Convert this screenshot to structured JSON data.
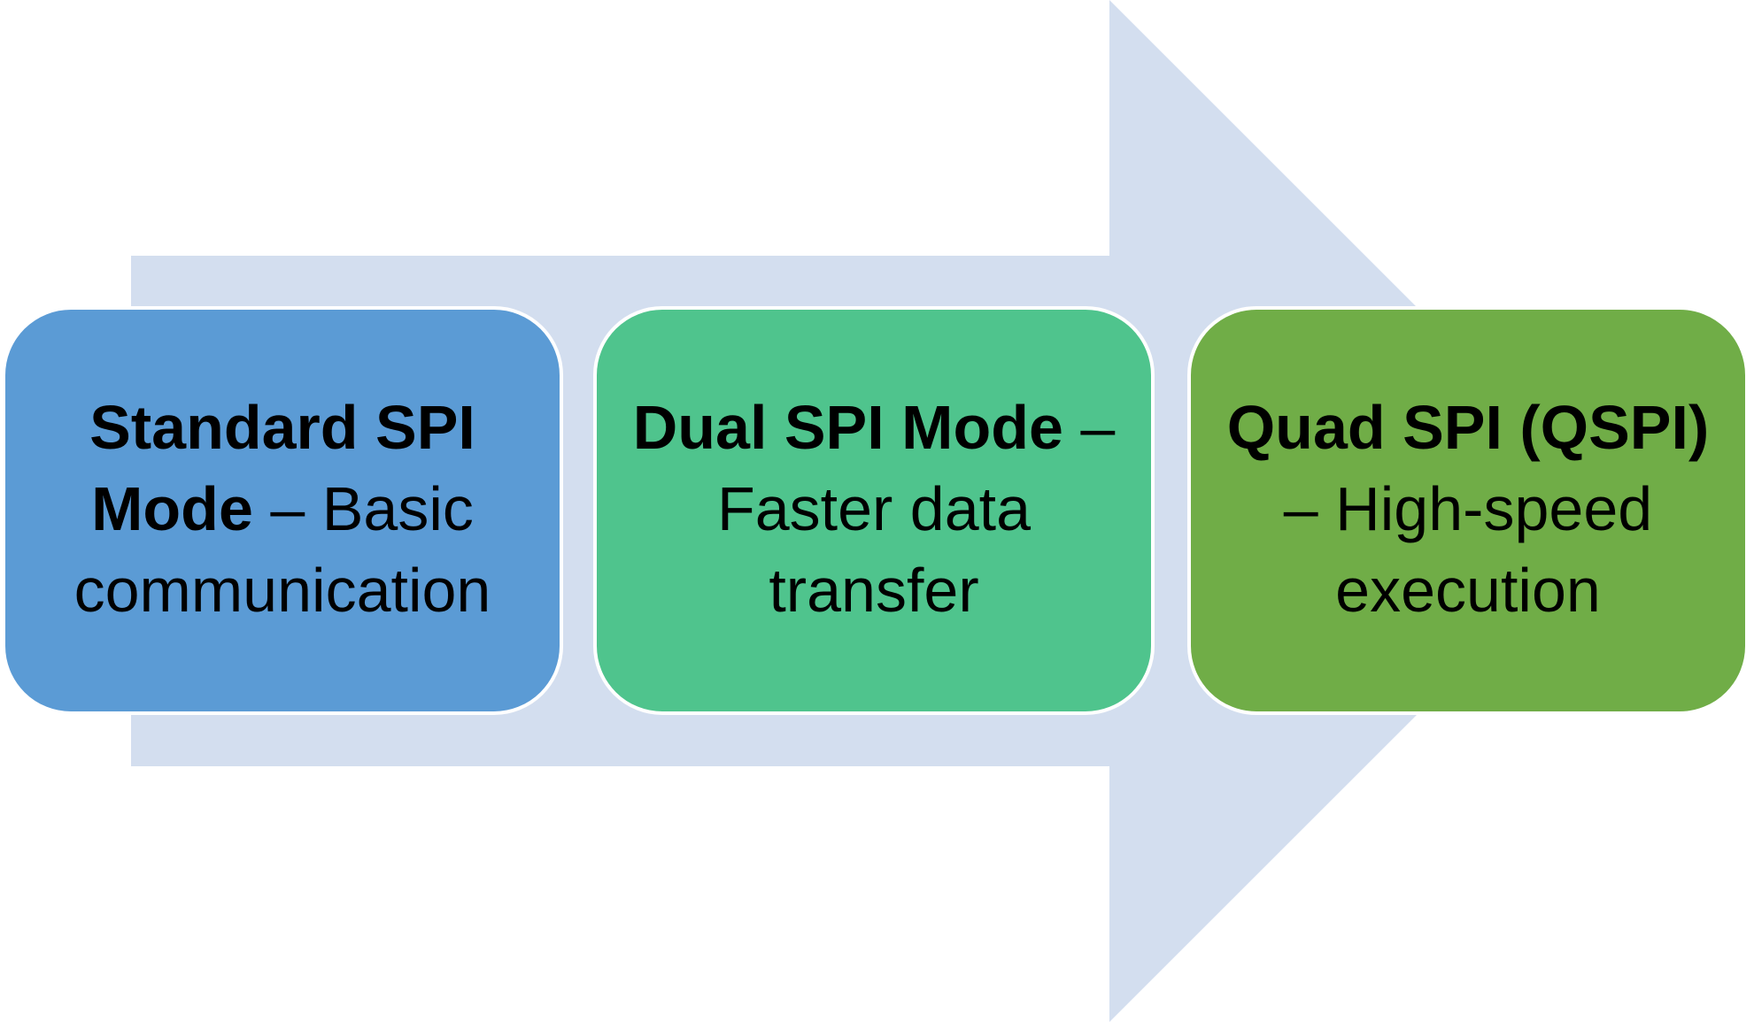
{
  "colors": {
    "arrow": "#d3deef",
    "step_1": "#5b9bd5",
    "step_2": "#4fc48d",
    "step_3": "#70ad47",
    "border": "#ffffff",
    "text": "#000000"
  },
  "steps": [
    {
      "title": "Standard SPI Mode",
      "description": "– Basic communication"
    },
    {
      "title": "Dual SPI Mode",
      "description": "– Faster data transfer"
    },
    {
      "title": "Quad SPI (QSPI)",
      "description": "– High-speed execution"
    }
  ]
}
